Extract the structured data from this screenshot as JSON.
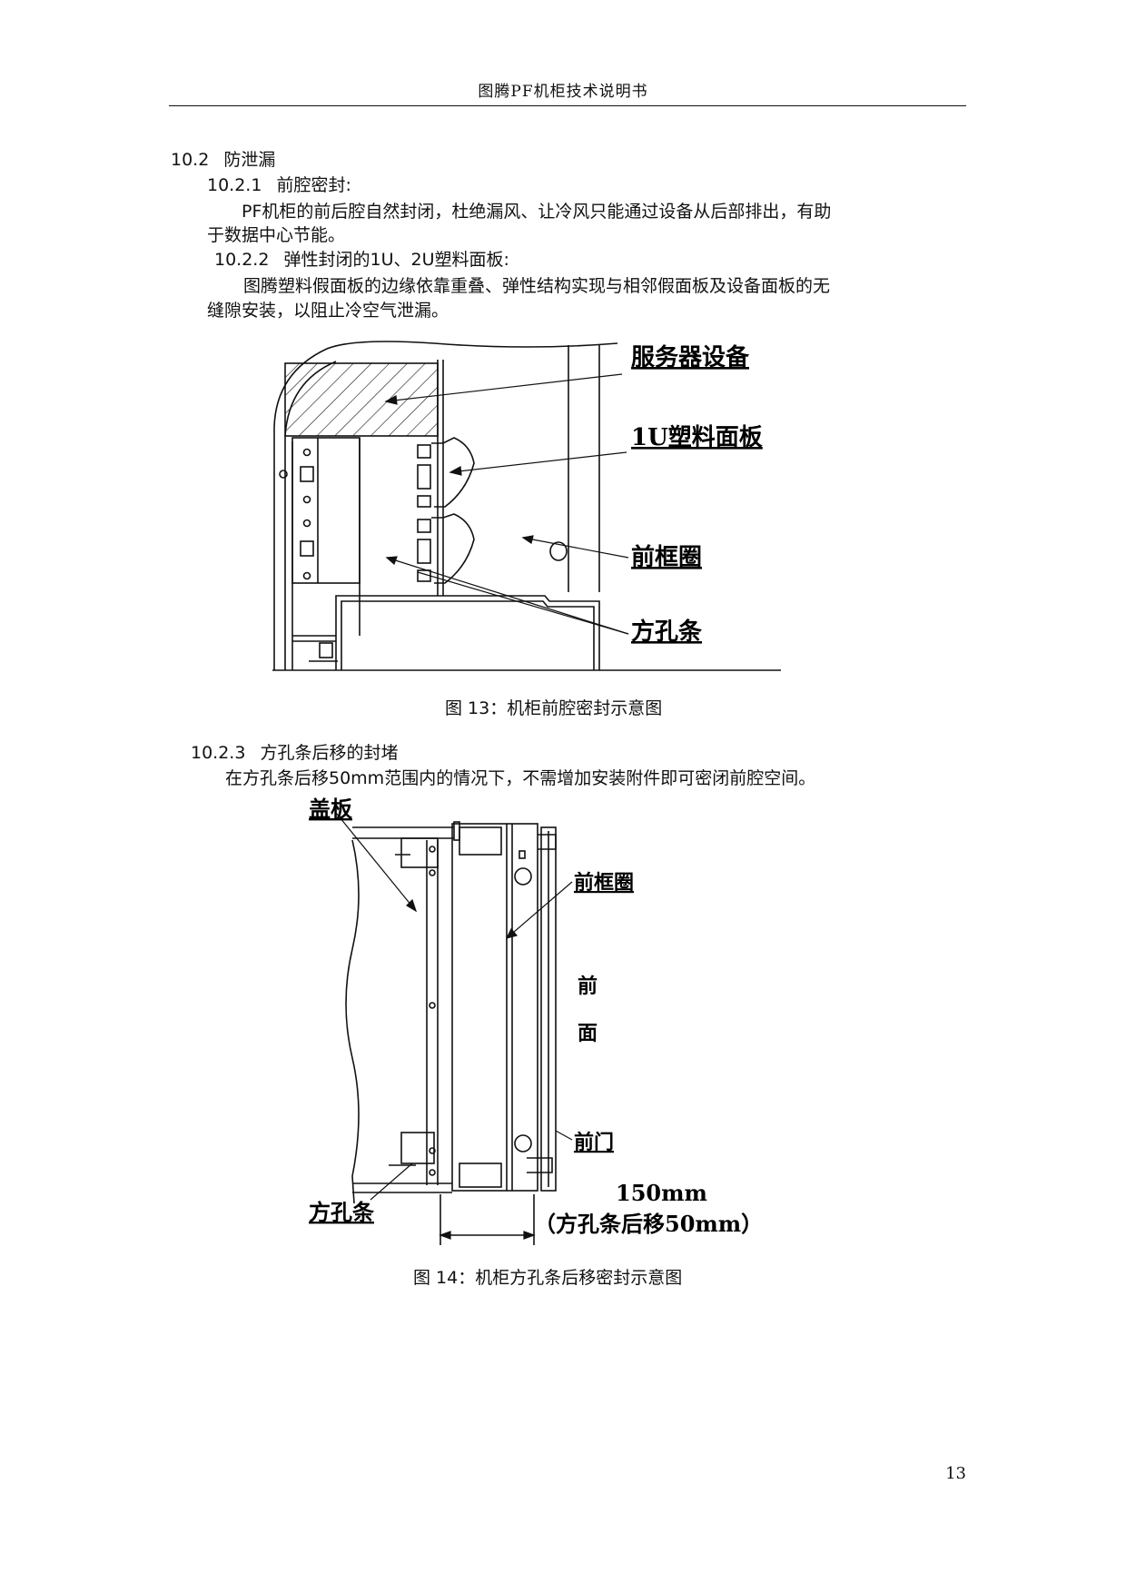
{
  "header": {
    "title": "图腾PF机柜技术说明书"
  },
  "sections": {
    "s10_2": {
      "number": "10.2",
      "title": "防泄漏"
    },
    "s10_2_1": {
      "number": "10.2.1",
      "title": "前腔密封:",
      "para_line1": "PF机柜的前后腔自然封闭，杜绝漏风、让冷风只能通过设备从后部排出，有助",
      "para_line2": "于数据中心节能。"
    },
    "s10_2_2": {
      "number": "10.2.2",
      "title": "弹性封闭的1U、2U塑料面板:",
      "para_line1": "图腾塑料假面板的边缘依靠重叠、弹性结构实现与相邻假面板及设备面板的无",
      "para_line2": "缝隙安装，以阻止冷空气泄漏。"
    },
    "s10_2_3": {
      "number": "10.2.3",
      "title": "方孔条后移的封堵",
      "para_line1": "在方孔条后移50mm范围内的情况下，不需增加安装附件即可密闭前腔空间。"
    }
  },
  "figure13": {
    "caption": "图 13：机柜前腔密封示意图",
    "labels": {
      "server": "服务器设备",
      "panel_1u": "1U塑料面板",
      "front_frame": "前框圈",
      "square_hole_strip": "方孔条"
    }
  },
  "figure14": {
    "caption": "图 14：机柜方孔条后移密封示意图",
    "labels": {
      "cover": "盖板",
      "front_frame": "前框圈",
      "front_1": "前",
      "front_2": "面",
      "front_door": "前门",
      "square_hole_strip": "方孔条",
      "dimension": "150mm",
      "dimension_note": "（方孔条后移50mm）"
    }
  },
  "page_number": "13"
}
